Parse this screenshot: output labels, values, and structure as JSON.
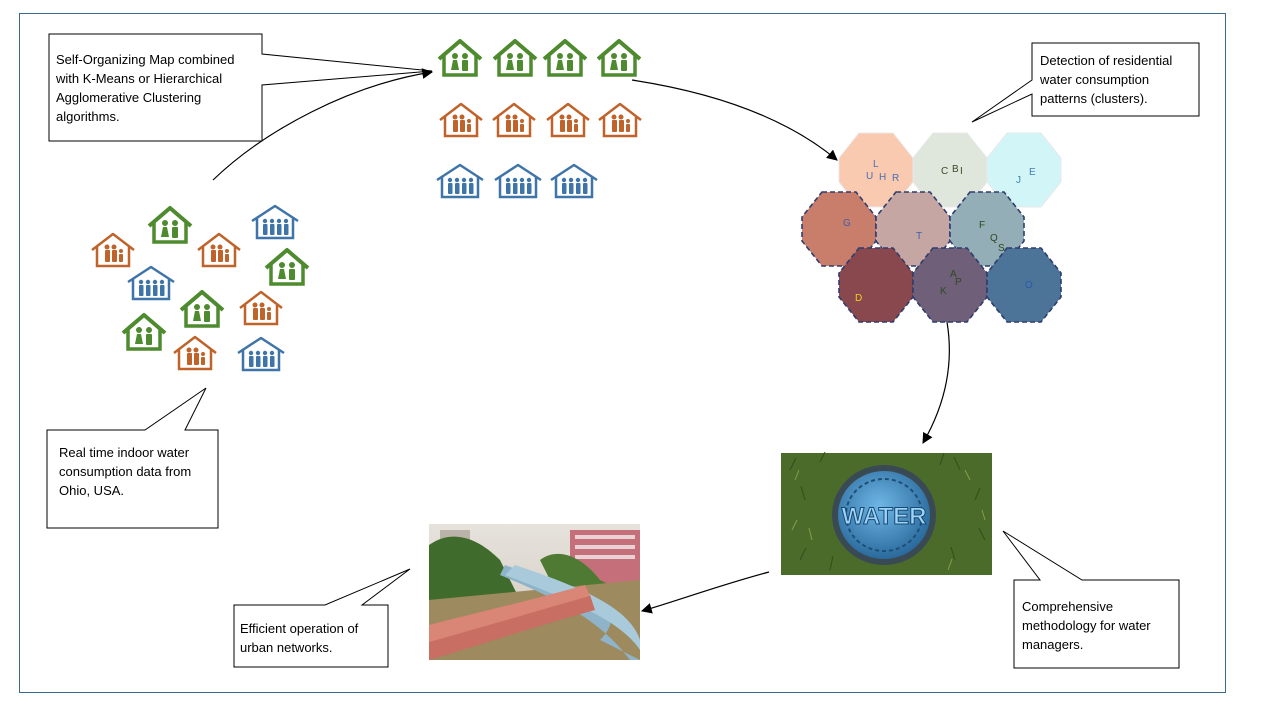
{
  "callouts": {
    "som": "Self-Organizing Map combined\nwith K-Means or  Hierarchical\nAgglomerative Clustering\nalgorithms.",
    "detection": "Detection of residential\nwater consumption\npatterns (clusters).",
    "realtime": "Real time indoor water\nconsumption  data from\nOhio, USA.",
    "comprehensive": "Comprehensive\nmethodology  for water\nmanagers.",
    "efficient": "Efficient operation of\nurban networks."
  },
  "colors": {
    "green": "#4e8a2e",
    "orange": "#c0632b",
    "blue": "#3e74a8",
    "frame": "#3b6a8f"
  },
  "hexmap": {
    "cells": [
      {
        "id": "c00",
        "fill": "#f9c9b0",
        "labels": [
          "L",
          "U",
          "H",
          "R"
        ]
      },
      {
        "id": "c01",
        "fill": "#dfe6dc",
        "labels": [
          "C",
          "B",
          "I"
        ]
      },
      {
        "id": "c02",
        "fill": "#d2f6f8",
        "labels": [
          "J",
          "E"
        ]
      },
      {
        "id": "c10",
        "fill": "#c97d6b",
        "labels": [
          "G"
        ]
      },
      {
        "id": "c11",
        "fill": "#c6a6a2",
        "labels": [
          "T"
        ]
      },
      {
        "id": "c12",
        "fill": "#93aeb6",
        "labels": [
          "F",
          "Q",
          "S"
        ]
      },
      {
        "id": "c20",
        "fill": "#89474e",
        "labels": [
          "D"
        ]
      },
      {
        "id": "c21",
        "fill": "#6f5f79",
        "labels": [
          "A",
          "P",
          "K"
        ]
      },
      {
        "id": "c22",
        "fill": "#4c7499",
        "labels": [
          "O"
        ]
      }
    ]
  },
  "icons": {
    "water_cover_text": "WATER"
  }
}
